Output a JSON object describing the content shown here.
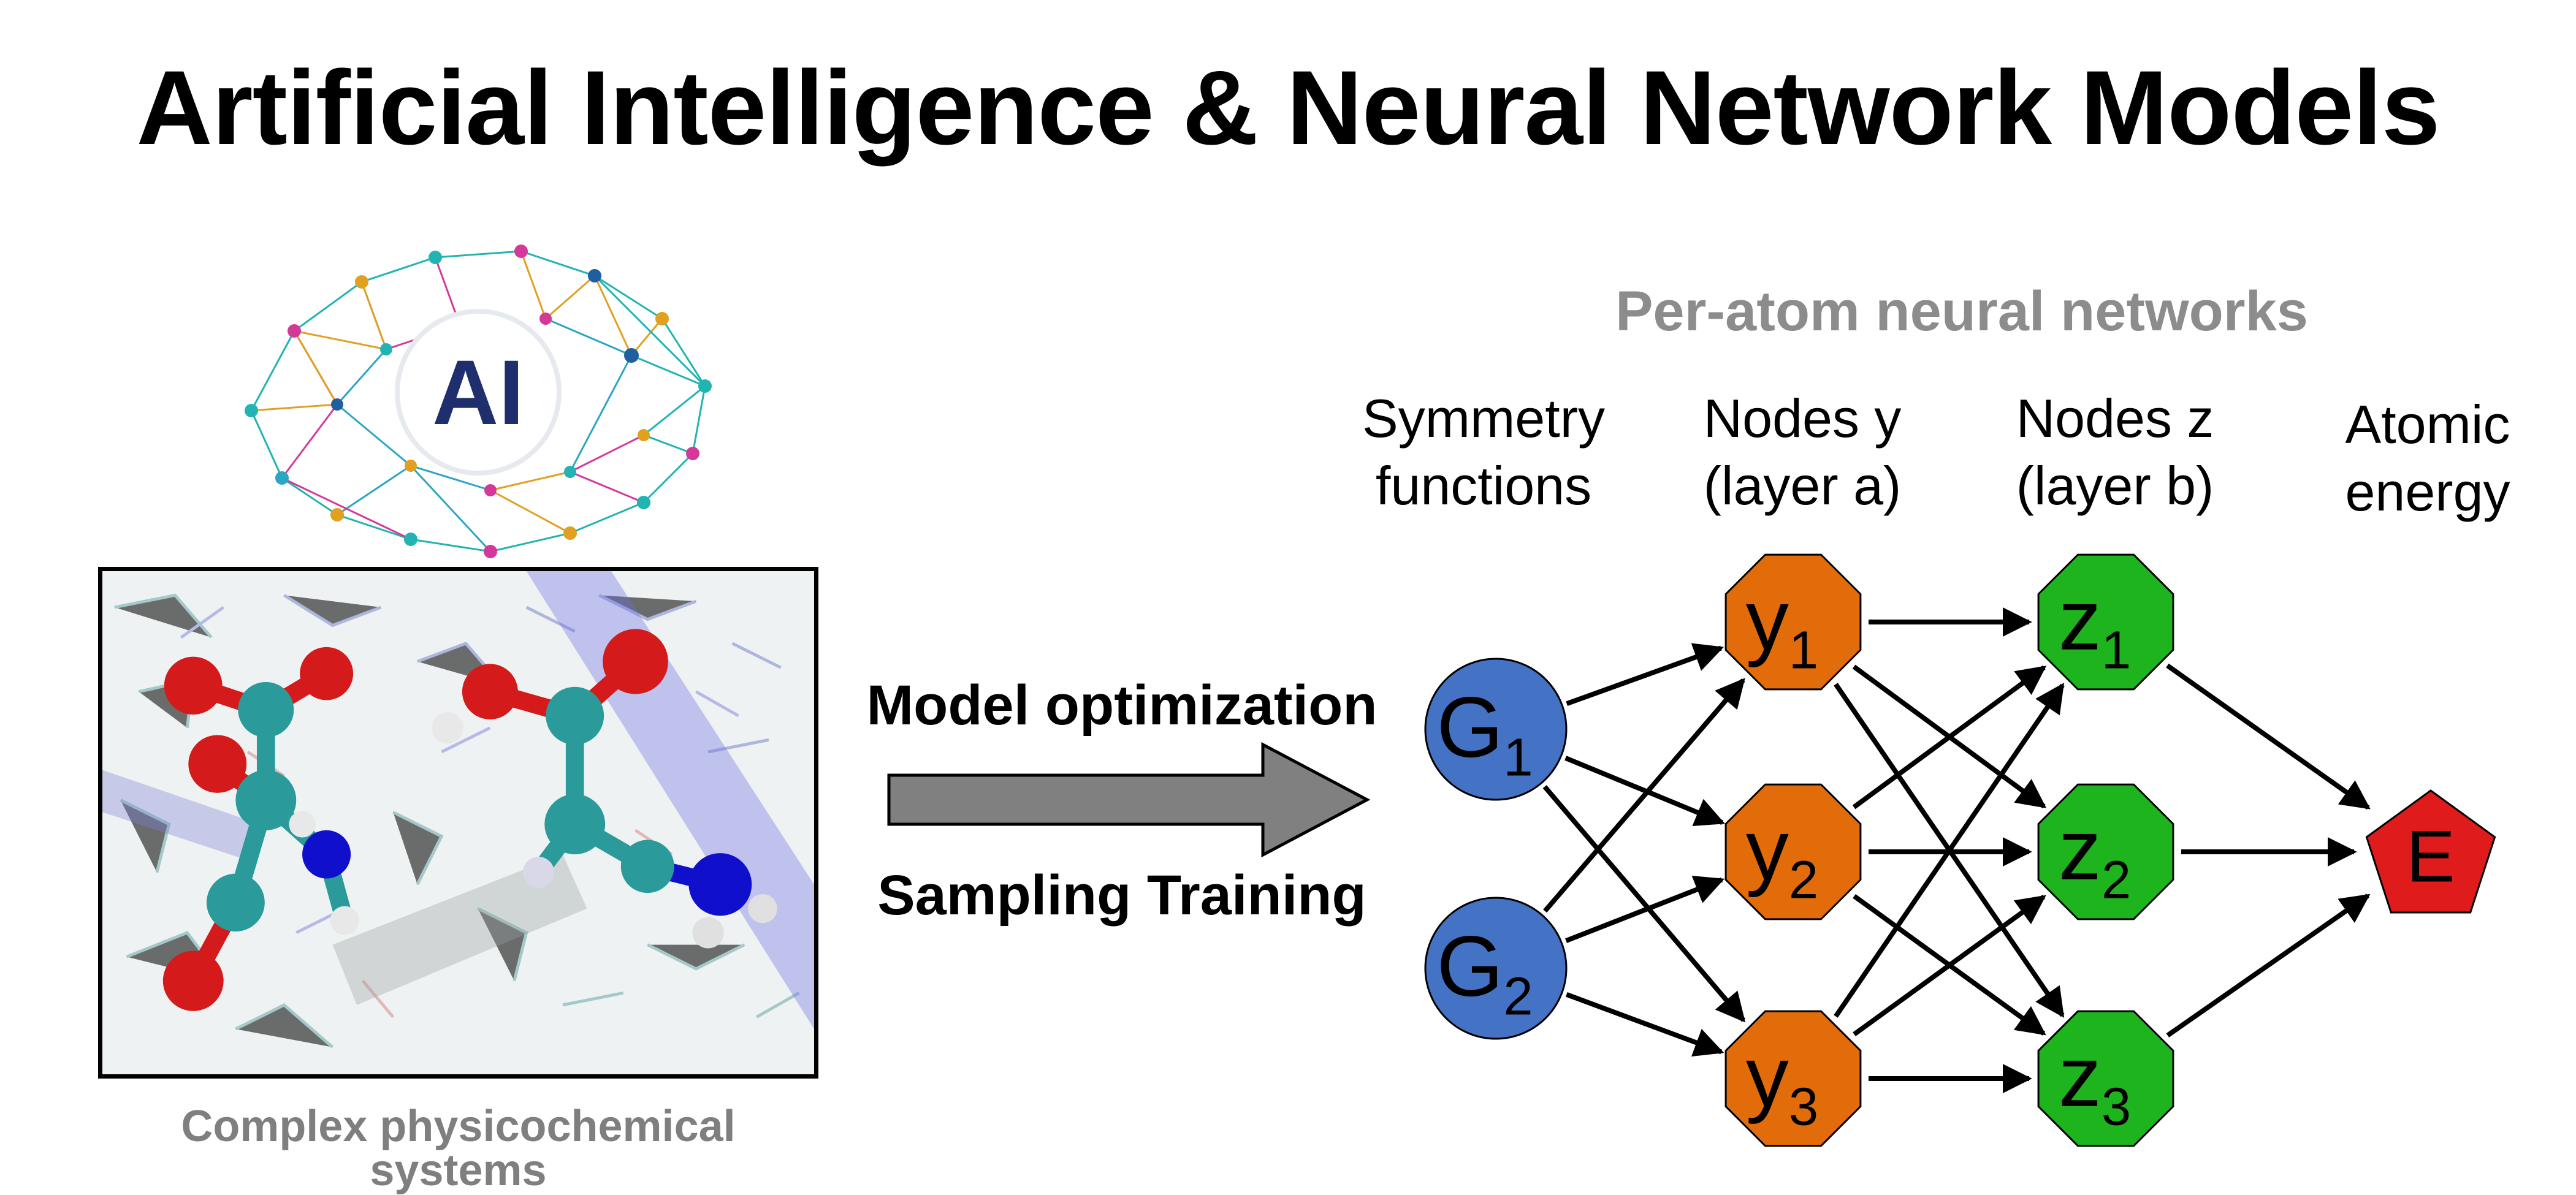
{
  "title": "Artificial Intelligence & Neural Network Models",
  "left_panel": {
    "ai_badge": "AI",
    "caption": "Complex physicochemical systems"
  },
  "arrow": {
    "top_label": "Model optimization",
    "bottom_label": "Sampling Training"
  },
  "network": {
    "title": "Per-atom neural networks",
    "columns": [
      {
        "line1": "Symmetry",
        "line2": "functions"
      },
      {
        "line1": "Nodes y",
        "line2": "(layer a)"
      },
      {
        "line1": "Nodes z",
        "line2": "(layer b)"
      },
      {
        "line1": "Atomic",
        "line2": "energy"
      }
    ],
    "nodes": {
      "G": [
        {
          "base": "G",
          "sub": "1"
        },
        {
          "base": "G",
          "sub": "2"
        }
      ],
      "y": [
        {
          "base": "y",
          "sub": "1"
        },
        {
          "base": "y",
          "sub": "2"
        },
        {
          "base": "y",
          "sub": "3"
        }
      ],
      "z": [
        {
          "base": "z",
          "sub": "1"
        },
        {
          "base": "z",
          "sub": "2"
        },
        {
          "base": "z",
          "sub": "3"
        }
      ],
      "E": {
        "base": "E"
      }
    },
    "colors": {
      "input": "#4472C4",
      "layer_a": "#E36C0A",
      "layer_b": "#1EB41E",
      "output": "#E01B1B"
    }
  }
}
